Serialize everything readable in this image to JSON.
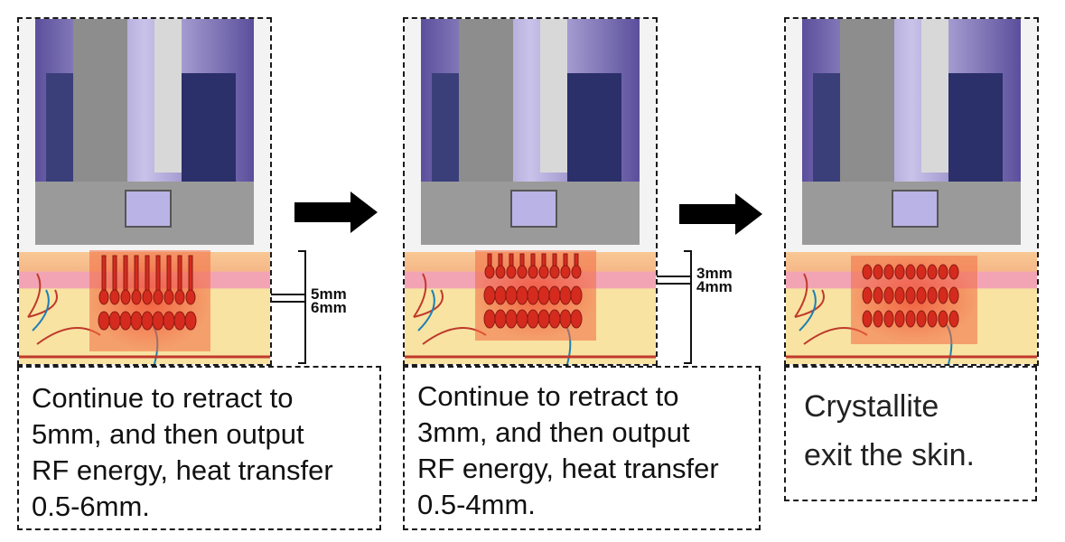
{
  "panels": [
    {
      "caption_lines": [
        "Continue to retract to",
        "5mm, and then output",
        "RF energy, heat transfer",
        "0.5-6mm."
      ],
      "depth_labels": [
        "5mm",
        "6mm"
      ]
    },
    {
      "caption_lines": [
        "Continue to retract to",
        "3mm, and then output",
        "RF energy, heat transfer",
        "0.5-4mm."
      ],
      "depth_labels": [
        "3mm",
        "4mm"
      ]
    },
    {
      "caption_lines": [
        "Crystallite",
        "exit the skin."
      ],
      "depth_labels": []
    }
  ],
  "colors": {
    "arrow": "#000000",
    "device_purple": "#6a5fa8",
    "skin_top": "#f6c9a0",
    "skin_pink": "#f0a5b5",
    "fat": "#f7e3a0",
    "heat_zone": "#e8322a"
  },
  "icons": [
    "process-arrow-icon"
  ]
}
